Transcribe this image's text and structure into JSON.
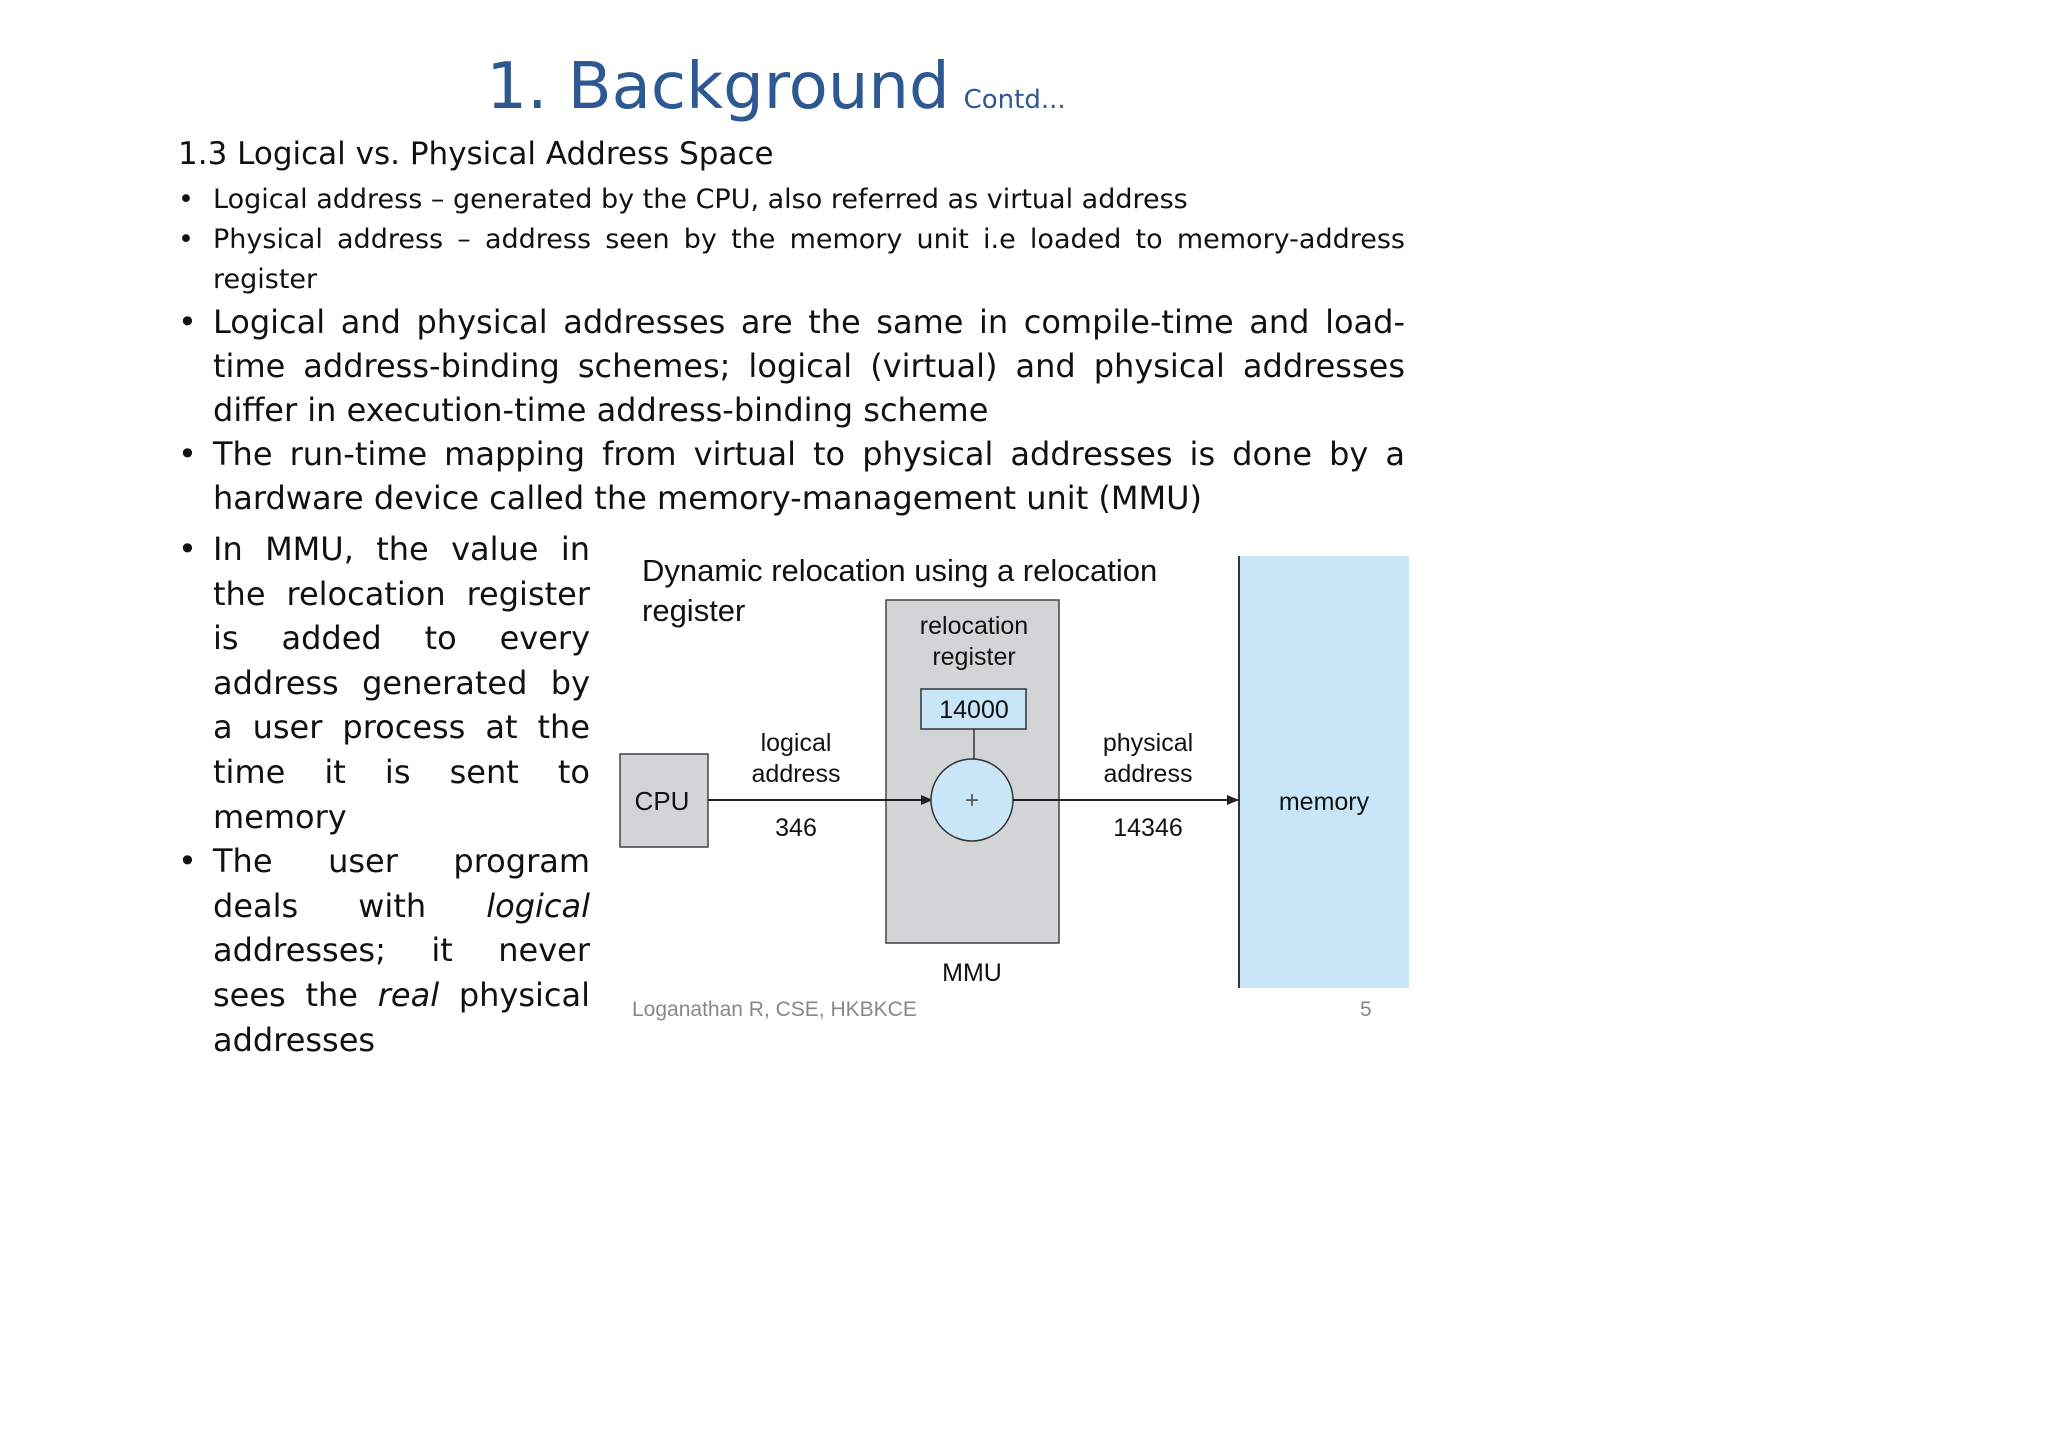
{
  "slide": {
    "title": "1. Background",
    "title_suffix": "Contd...",
    "section_heading": "1.3 Logical vs. Physical Address Space",
    "bullets_top": [
      "Logical address – generated by the CPU, also referred as virtual address",
      "Physical address – address seen by the memory unit i.e  loaded to memory-address register"
    ],
    "bullets_middle": [
      "Logical and physical addresses are the same in compile-time and load-time address-binding schemes; logical (virtual) and physical addresses differ in execution-time address-binding scheme",
      "The run-time mapping from virtual to physical addresses is done by a hardware device called the memory-management unit (MMU)"
    ],
    "bullet_mmu": "In MMU, the value in the relocation register is added to every address generated by a user process at the time it is sent to memory",
    "bullet_user": {
      "part1": "The user program deals with ",
      "italic1": "logical",
      "part2": " addresses; it never sees the ",
      "italic2": "real",
      "part3": " physical addresses"
    },
    "footer": "Loganathan R, CSE, HKBKCE",
    "page_number": "5"
  },
  "diagram": {
    "caption_line1": "Dynamic relocation using a relocation",
    "caption_line2": "register",
    "cpu_label": "CPU",
    "logical_label_1": "logical",
    "logical_label_2": "address",
    "logical_value": "346",
    "relocation_label_1": "relocation",
    "relocation_label_2": "register",
    "relocation_value": "14000",
    "adder_symbol": "+",
    "physical_label_1": "physical",
    "physical_label_2": "address",
    "physical_value": "14346",
    "memory_label": "memory",
    "mmu_label": "MMU",
    "colors": {
      "box_gray": "#d3d4d6",
      "light_blue": "#c8e6f8",
      "title_blue": "#2e5891"
    }
  }
}
